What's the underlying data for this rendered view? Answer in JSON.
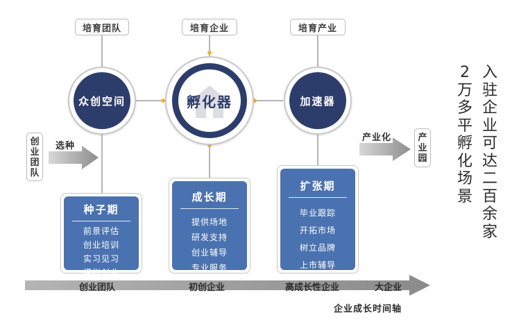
{
  "tags": {
    "team": "培育团队",
    "company": "培育企业",
    "industry": "培育产业"
  },
  "circles": {
    "space": "众创空间",
    "incubator": "孵化器",
    "accelerator": "加速器"
  },
  "left_box": {
    "chars": [
      "创",
      "业",
      "团",
      "队"
    ]
  },
  "left_arrow_label": "选种",
  "right_box": {
    "chars": [
      "产",
      "业",
      "园"
    ]
  },
  "right_arrow_label": "产业化",
  "stages": [
    {
      "title": "种子期",
      "items": [
        "前景评估",
        "创业培训",
        "实习见习",
        "模拟创业"
      ]
    },
    {
      "title": "成长期",
      "items": [
        "提供场地",
        "研发支持",
        "创业辅导",
        "专业服务"
      ]
    },
    {
      "title": "扩张期",
      "items": [
        "毕业跟踪",
        "开拓市场",
        "树立品牌",
        "上市辅导"
      ]
    }
  ],
  "timeline": {
    "labels": [
      "创业团队",
      "初创企业",
      "高成长性企业",
      "大企业"
    ],
    "title": "企业成长时间轴"
  },
  "right_text": {
    "col1": [
      "入",
      "驻",
      "企",
      "业",
      "可",
      "达",
      "二",
      "百",
      "余",
      "家"
    ],
    "col2": [
      "2",
      "万",
      "多",
      "平",
      "孵",
      "化",
      "场",
      "景"
    ]
  },
  "colors": {
    "navy": "#2d3d6b",
    "card_blue": "#4a72b0",
    "connector_gray": "#b5b5b5",
    "dot_yellow": "#f1b434"
  }
}
